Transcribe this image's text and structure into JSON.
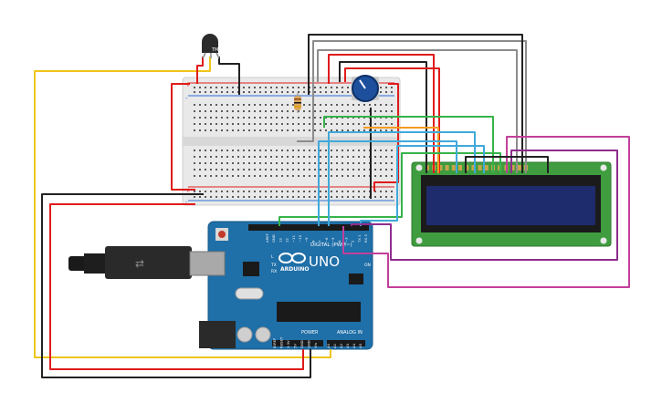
{
  "sensor": {
    "label": "TMP"
  },
  "arduino": {
    "brand": "ARDUINO",
    "model": "UNO",
    "digital_label": "DIGITAL (PWM~)",
    "power_label": "POWER",
    "analog_label": "ANALOG IN",
    "on_label": "ON",
    "tx_label": "TX",
    "rx_label": "RX",
    "l_label": "L",
    "top_pins": [
      "AREF",
      "GND",
      "13",
      "12",
      "~11",
      "~10",
      "~9",
      "8",
      "7",
      "~6",
      "~5",
      "4",
      "~3",
      "2",
      "TX 1",
      "RX 0"
    ],
    "power_pins": [
      "IOREF",
      "RESET",
      "3.3V",
      "5V",
      "GND",
      "GND",
      "Vin"
    ],
    "analog_pins": [
      "A0",
      "A1",
      "A2",
      "A3",
      "A4",
      "A5"
    ]
  },
  "breadboard": {
    "plus": "+",
    "minus": "-"
  },
  "lcd": {
    "pin_count": 16
  },
  "colors": {
    "wire_red": "#e01b1b",
    "wire_black": "#222222",
    "wire_yellow": "#f0c419",
    "wire_green": "#37b34a",
    "wire_blue": "#3fa9d9",
    "wire_purple": "#8e2d8e",
    "wire_magenta": "#c2409a",
    "wire_orange": "#f39c1f",
    "wire_gray": "#8c8c8c",
    "board_blue": "#1f6fa8",
    "lcd_screen": "#1e2c6e",
    "lcd_frame": "#3a9a3a"
  }
}
